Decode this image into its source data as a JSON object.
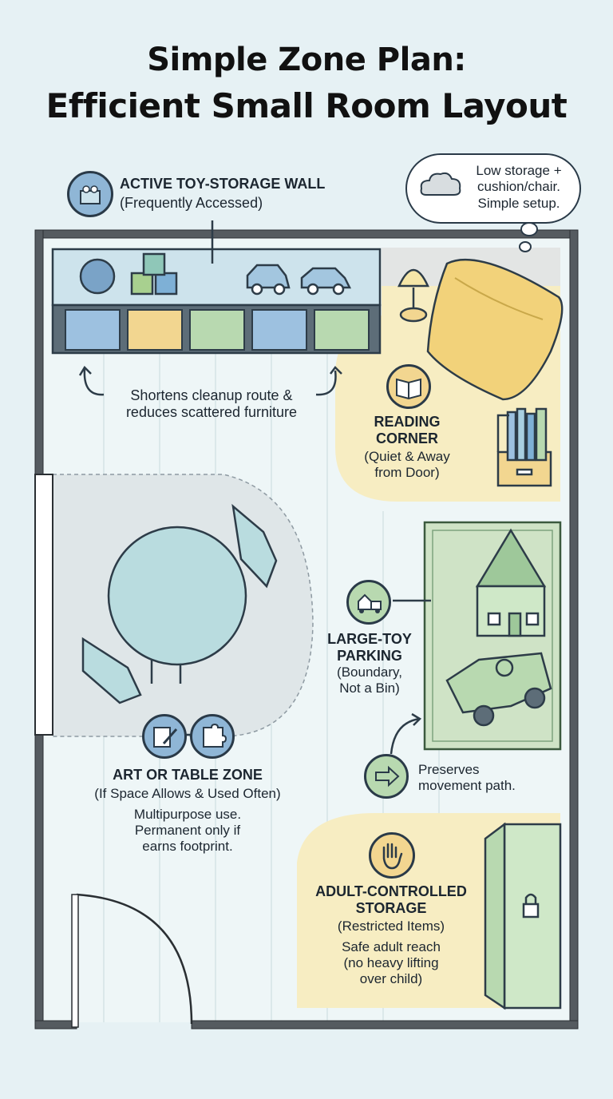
{
  "title": {
    "line1": "Simple Zone Plan:",
    "line2": "Efficient Small Room Layout"
  },
  "toy_storage": {
    "heading": "ACTIVE TOY-STORAGE WALL",
    "subheading": "(Frequently Accessed)",
    "icon": "storage-bin-icon",
    "note_line1": "Shortens cleanup route &",
    "note_line2": "reduces scattered furniture"
  },
  "thought_bubble": {
    "line1": "Low storage +",
    "line2": "cushion/chair.",
    "line3": "Simple setup."
  },
  "reading_corner": {
    "heading_line1": "READING",
    "heading_line2": "CORNER",
    "sub_line1": "(Quiet & Away",
    "sub_line2": "from Door)",
    "icon": "open-book-icon"
  },
  "large_toy": {
    "heading_line1": "LARGE-TOY",
    "heading_line2": "PARKING",
    "sub_line1": "(Boundary,",
    "sub_line2": "Not a Bin)",
    "icon": "toy-house-truck-icon"
  },
  "movement": {
    "line1": "Preserves",
    "line2": "movement path.",
    "icon": "arrow-right-icon"
  },
  "art_zone": {
    "heading": "ART OR TABLE ZONE",
    "subheading": "(If Space Allows & Used Often)",
    "note_line1": "Multipurpose use.",
    "note_line2": "Permanent only if",
    "note_line3": "earns footprint.",
    "icons": [
      "pencil-paper-icon",
      "puzzle-icon"
    ]
  },
  "adult_storage": {
    "heading_line1": "ADULT-CONTROLLED",
    "heading_line2": "STORAGE",
    "sub": "(Restricted Items)",
    "note_line1": "Safe adult reach",
    "note_line2": "(no heavy lifting",
    "note_line3": "over child)",
    "icon": "hand-stop-icon"
  },
  "colors": {
    "background": "#e6f1f4",
    "wall": "#555b60",
    "yellow_zone": "#f7edc2",
    "green_zone": "#cfe3c6",
    "blue_shelf": "#cde3ec",
    "table": "#b9dcdf"
  }
}
